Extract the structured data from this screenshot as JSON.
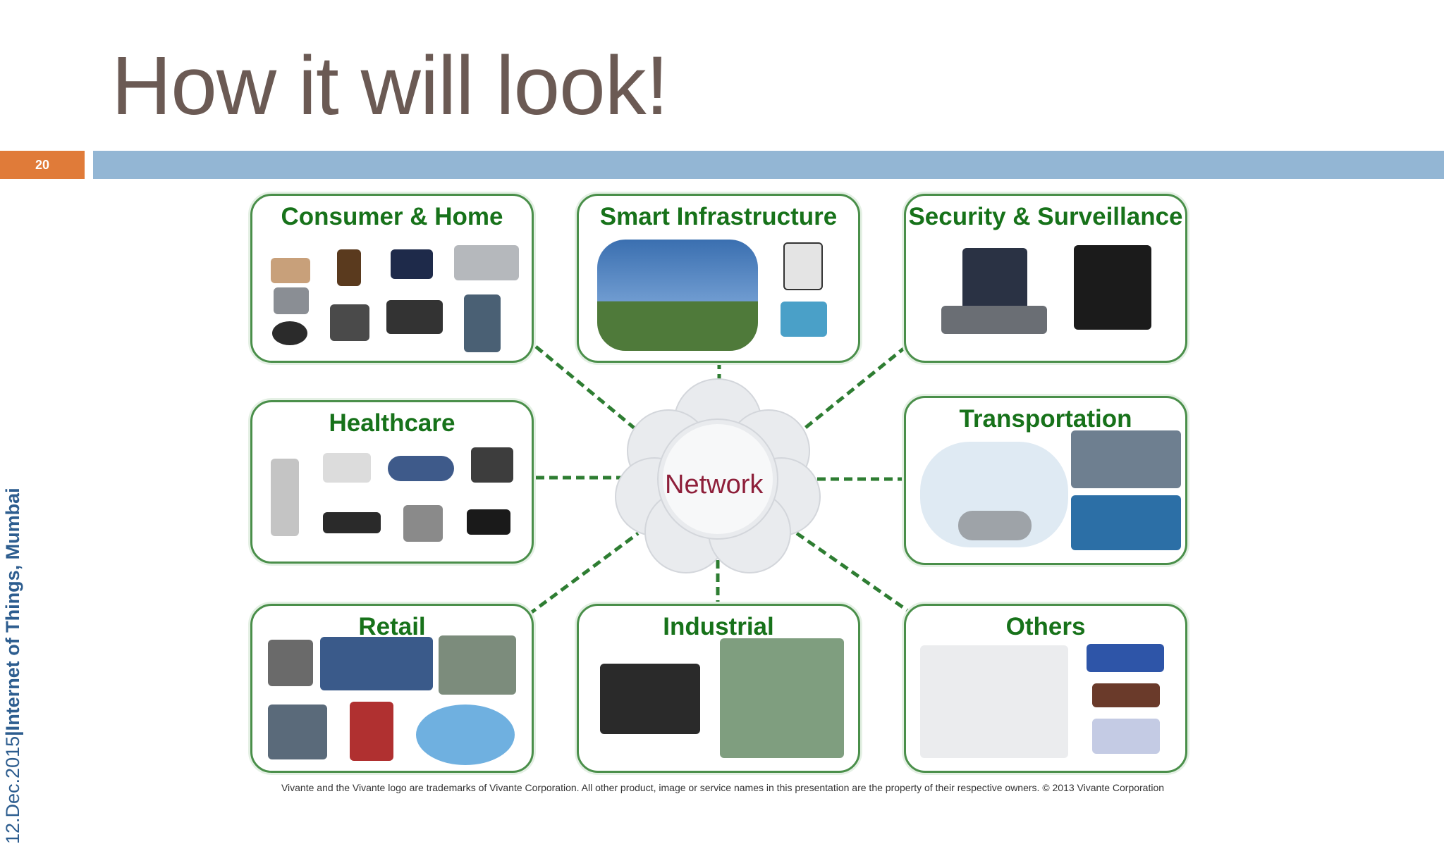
{
  "slide": {
    "title": "How it will look!",
    "number": "20",
    "side_date": "12.Dec.2015",
    "side_separator": " | ",
    "side_event": "Internet of Things, Mumbai"
  },
  "diagram": {
    "center_label": "Network",
    "boxes": {
      "consumer": "Consumer & Home",
      "infrastructure": "Smart Infrastructure",
      "security": "Security & Surveillance",
      "healthcare": "Healthcare",
      "transportation": "Transportation",
      "retail": "Retail",
      "industrial": "Industrial",
      "others": "Others"
    },
    "footer": "Vivante and  the Vivante logo are trademarks of Vivante Corporation. All other product, image or service names in this presentation are the property of their respective owners. © 2013 Vivante Corporation"
  },
  "colors": {
    "title": "#6b5a54",
    "accent_orange": "#e07b39",
    "bar_blue": "#93b6d4",
    "box_title_green": "#17721a",
    "network_text": "#8e1f3a"
  }
}
